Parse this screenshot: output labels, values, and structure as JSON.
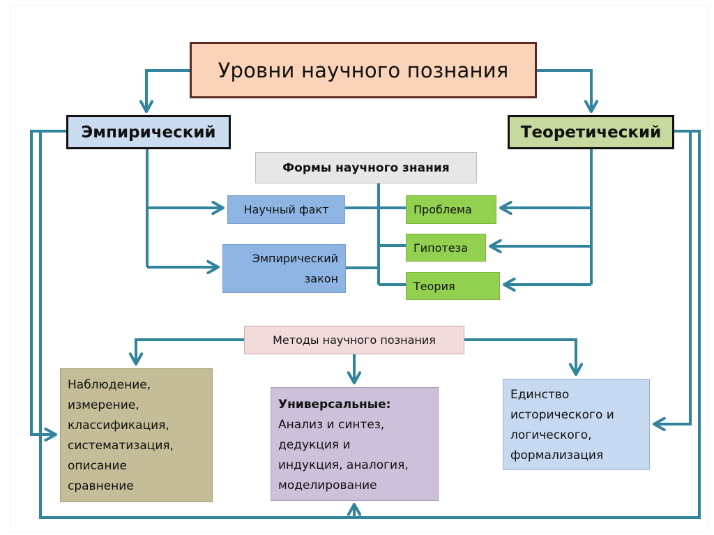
{
  "diagram": {
    "title": "Уровни научного познания",
    "levels": {
      "empirical": "Эмпирический",
      "theoretical": "Теоретический"
    },
    "forms": {
      "header": "Формы научного знания",
      "empirical_forms": [
        {
          "label": "Научный факт"
        },
        {
          "label_lines": [
            "Эмпирический",
            "закон"
          ]
        }
      ],
      "theoretical_forms": [
        {
          "label": "Проблема"
        },
        {
          "label": "Гипотеза"
        },
        {
          "label": "Теория"
        }
      ]
    },
    "methods": {
      "header": "Методы научного познания",
      "empirical_methods": [
        "Наблюдение,",
        "измерение,",
        "классификация,",
        "систематизация,",
        "описание",
        "сравнение"
      ],
      "universal": {
        "heading": "Универсальные:",
        "lines": [
          "Анализ и синтез,",
          "дедукция и",
          "индукция, аналогия,",
          "моделирование"
        ]
      },
      "theoretical_methods": [
        "Единство",
        "исторического и",
        "логического,",
        "формализация"
      ]
    },
    "colors": {
      "connector": "#31849B",
      "title_fill": "#FAD3B8",
      "title_border": "#5A2A22",
      "empirical_fill": "#CCDCF0",
      "theoretical_fill": "#C8D9A0",
      "forms_fill": "#E7E7E7",
      "empirical_form_fill": "#8EB4E3",
      "theoretical_form_fill": "#92D050",
      "methods_fill": "#F2DCDB",
      "empirical_methods_fill": "#C4BD97",
      "universal_methods_fill": "#CCC0DA",
      "theoretical_methods_fill": "#C6D9F0"
    }
  }
}
